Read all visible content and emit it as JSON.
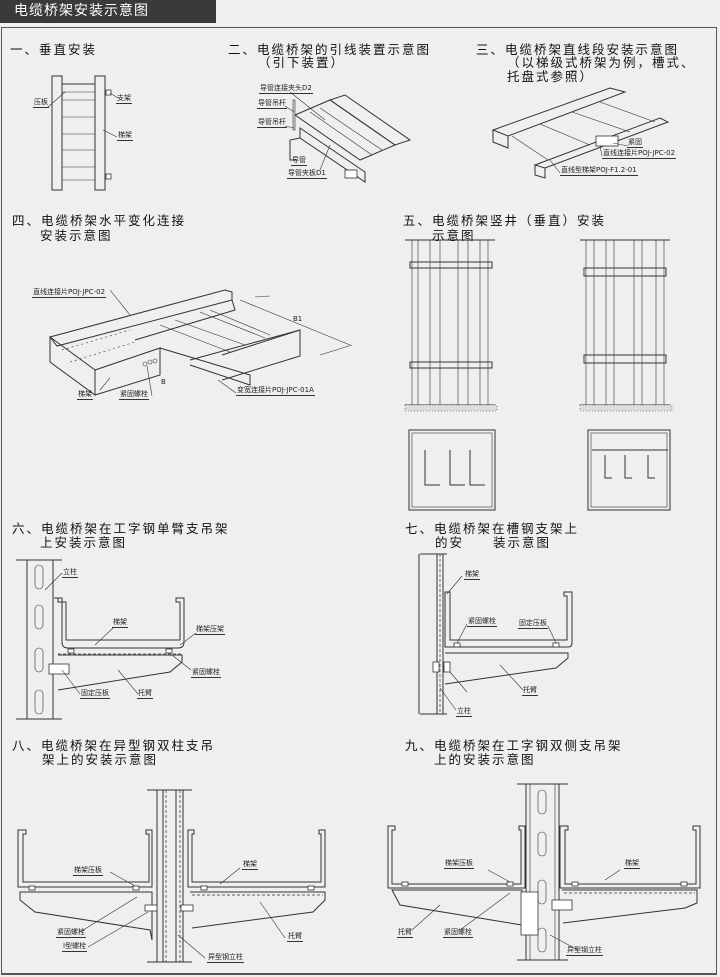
{
  "header": {
    "title": "电缆桥架安装示意图"
  },
  "sections": [
    {
      "title_lines": [
        "一、垂直安装"
      ],
      "labels": [
        "压板",
        "支架",
        "梯架"
      ]
    },
    {
      "title_lines": [
        "二、电缆桥架的引线装置示意图",
        "（引下装置）"
      ],
      "labels": [
        "导管连接夹头D2",
        "导管吊杆",
        "导管吊杆",
        "导管",
        "导管夹板D1"
      ]
    },
    {
      "title_lines": [
        "三、电缆桥架直线段安装示意图",
        "（以梯级式桥架为例，槽式、",
        "托盘式参照）"
      ],
      "labels": [
        "紧固",
        "直线连接片POJ-JPC-02",
        "直线型梯架POJ-F1.2-01"
      ]
    },
    {
      "title_lines": [
        "四、电缆桥架水平变化连接",
        "安装示意图"
      ],
      "labels": [
        "直线连接片POJ-JPC-02",
        "B1",
        "B",
        "梯架",
        "紧固螺栓",
        "变宽连接片POJ-JPC-01A"
      ]
    },
    {
      "title_lines": [
        "五、电缆桥架竖井（垂直）安装",
        "示意图"
      ],
      "labels": []
    },
    {
      "title_lines": [
        "六、电缆桥架在工字钢单臂支吊架",
        "上安装示意图"
      ],
      "labels": [
        "立柱",
        "梯架",
        "梯架压架",
        "紧固螺栓",
        "固定压板",
        "托臂"
      ]
    },
    {
      "title_lines": [
        "七、电缆桥架在槽钢支架上",
        "的安　　装示意图"
      ],
      "labels": [
        "梯架",
        "紧固螺栓",
        "固定压板",
        "托臂",
        "立柱"
      ]
    },
    {
      "title_lines": [
        "八、电缆桥架在异型钢双柱支吊",
        "架上的安装示意图"
      ],
      "labels": [
        "梯架压板",
        "梯架",
        "紧固螺栓",
        "I型螺栓",
        "托臂",
        "异型钢立柱"
      ]
    },
    {
      "title_lines": [
        "九、电缆桥架在工字钢双侧支吊架",
        "上的安装示意图"
      ],
      "labels": [
        "梯架压板",
        "梯架",
        "托臂",
        "紧固螺栓",
        "异型钢立柱"
      ]
    }
  ]
}
